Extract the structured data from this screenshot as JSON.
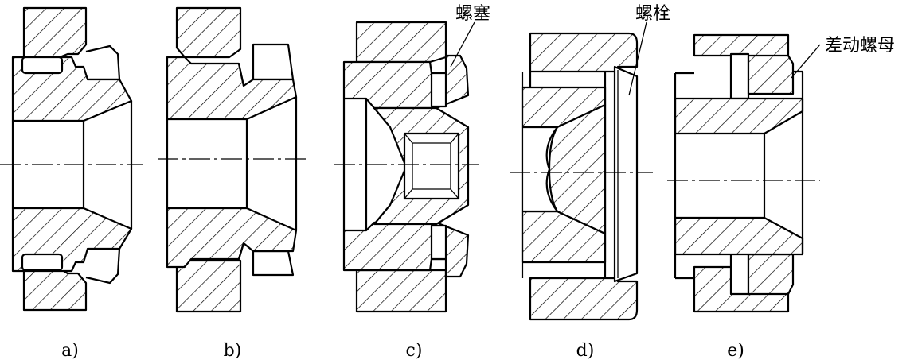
{
  "figure": {
    "parts": [
      {
        "label": "a)"
      },
      {
        "label": "b)"
      },
      {
        "label": "c)",
        "callout": "螺塞"
      },
      {
        "label": "d)",
        "callout": "螺栓"
      },
      {
        "label": "e)",
        "callout": "差动螺母"
      }
    ]
  }
}
